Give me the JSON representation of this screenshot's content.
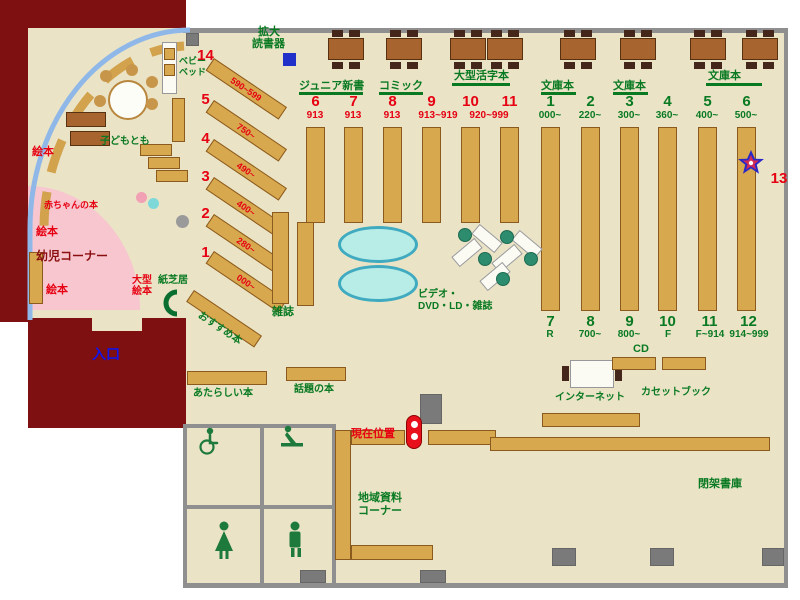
{
  "colors": {
    "floor": "#EAE3C6",
    "wall_maroon": "#7E1012",
    "shelf_wood": "#D8A84E",
    "label_green": "#0A7A22",
    "label_red": "#E60012",
    "entrance_blue": "#1414E6",
    "marker_red": "#E8101A",
    "sofa_cyan": "#B8ECE6",
    "infant_pink": "#F7C6CF"
  },
  "top_area": {
    "magnifier_line1": "拡大",
    "magnifier_line2": "読書器",
    "categories": [
      "ジュニア新書",
      "コミック",
      "大型活字本",
      "文庫本",
      "文庫本",
      "文庫本"
    ]
  },
  "stacks": {
    "red_top": {
      "numbers": [
        "6",
        "7",
        "8",
        "9",
        "10",
        "11"
      ],
      "ranges": [
        "913",
        "913",
        "913",
        "913~919",
        "920~999"
      ]
    },
    "green_top": {
      "numbers": [
        "1",
        "2",
        "3",
        "4",
        "5",
        "6"
      ],
      "ranges": [
        "000~",
        "220~",
        "300~",
        "360~",
        "400~",
        "500~"
      ]
    },
    "green_bottom": {
      "numbers": [
        "7",
        "8",
        "9",
        "10",
        "11",
        "12"
      ],
      "ranges": [
        "R",
        "700~",
        "800~",
        "F",
        "F~914",
        "914~999"
      ]
    },
    "right_wall_number": "13"
  },
  "children_area": {
    "fan_numbers": [
      "14",
      "5",
      "4",
      "3",
      "2",
      "1"
    ],
    "fan_ranges": [
      "590~599",
      "750~",
      "490~",
      "400~",
      "280~",
      "000~"
    ],
    "picture_books": "絵本",
    "baby_books": "赤ちゃんの本",
    "infant_corner": "幼児コーナー",
    "kodomo_tomo": "子どもとも",
    "baby_bed_line1": "ベビー",
    "baby_bed_line2": "ベッド",
    "large_picture_line1": "大型",
    "large_picture_line2": "絵本",
    "kamishibai": "紙芝居",
    "recommended": "おすすめ本"
  },
  "center_area": {
    "magazines": "雑誌",
    "video_line1": "ビデオ・",
    "video_line2": "DVD・LD・雑誌"
  },
  "service_area": {
    "entrance": "入口",
    "current_location": "現在位置",
    "new_books": "あたらしい本",
    "topical_books": "話題の本",
    "cd": "CD",
    "internet": "インターネット",
    "cassette_book": "カセットブック",
    "local_line1": "地域資料",
    "local_line2": "コーナー",
    "closed_stacks": "閉架書庫"
  }
}
